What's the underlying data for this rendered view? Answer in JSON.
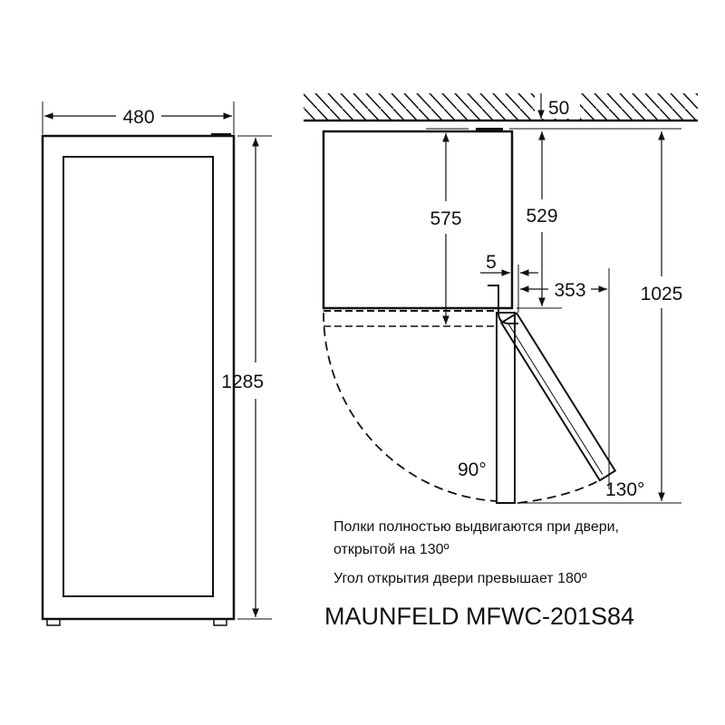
{
  "front_view": {
    "width_label": "480",
    "height_label": "1285"
  },
  "top_view": {
    "wall_clearance_label": "50",
    "depth_label": "575",
    "body_depth_label": "529",
    "hinge_offset_label": "5",
    "door_offset_label": "353",
    "total_depth_label": "1025",
    "angle_90_label": "90°",
    "angle_130_label": "130°"
  },
  "notes": {
    "line1": "Полки полностью выдвигаются при двери,",
    "line2": "открытой на 130º",
    "line3": "Угол открытия двери превышает 180º"
  },
  "model_name": "MAUNFELD MFWC-201S84"
}
